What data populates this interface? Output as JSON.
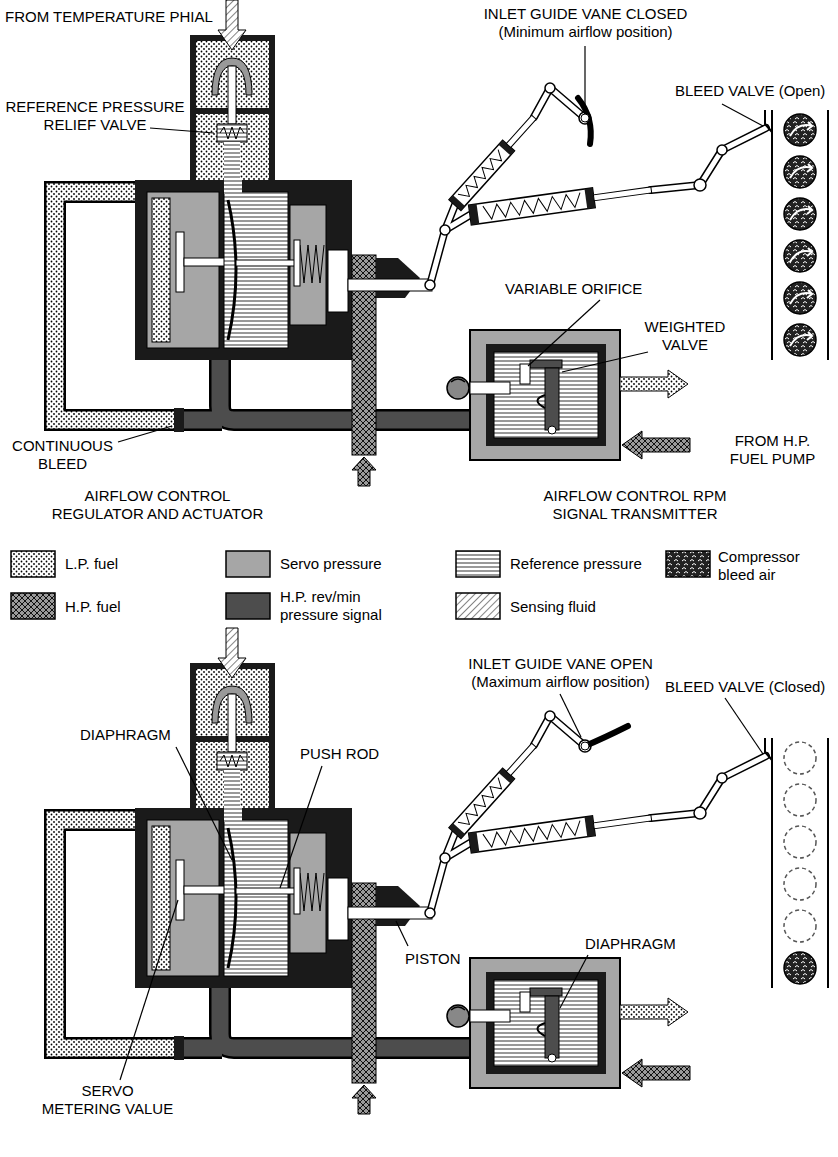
{
  "diagram": {
    "labels": [
      "FROM TEMPERATURE PHIAL",
      "INLET GUIDE VANE CLOSED (Minimum airflow position)",
      "BLEED VALVE (Open)",
      "REFERENCE PRESSURE RELIEF VALVE",
      "VARIABLE ORIFICE",
      "WEIGHTED VALVE",
      "CONTINUOUS BLEED",
      "FROM H.P. FUEL PUMP",
      "AIRFLOW CONTROL REGULATOR AND ACTUATOR",
      "AIRFLOW CONTROL RPM SIGNAL TRANSMITTER",
      "INLET GUIDE VANE OPEN (Maximum airflow position)",
      "BLEED VALVE (Closed)",
      "DIAPHRAGM",
      "PUSH ROD",
      "PISTON",
      "DIAPHRAGM",
      "SERVO METERING VALUE"
    ],
    "legend": [
      {
        "text": "L.P. fuel"
      },
      {
        "text": "Servo pressure",
        "color": "#a6a6a6"
      },
      {
        "text": "Reference pressure"
      },
      {
        "text": "Compressor bleed air"
      },
      {
        "text": "H.P. fuel"
      },
      {
        "text": "H.P. rev/min pressure signal",
        "color": "#4d4d4d"
      },
      {
        "text": "Sensing fluid"
      }
    ]
  }
}
